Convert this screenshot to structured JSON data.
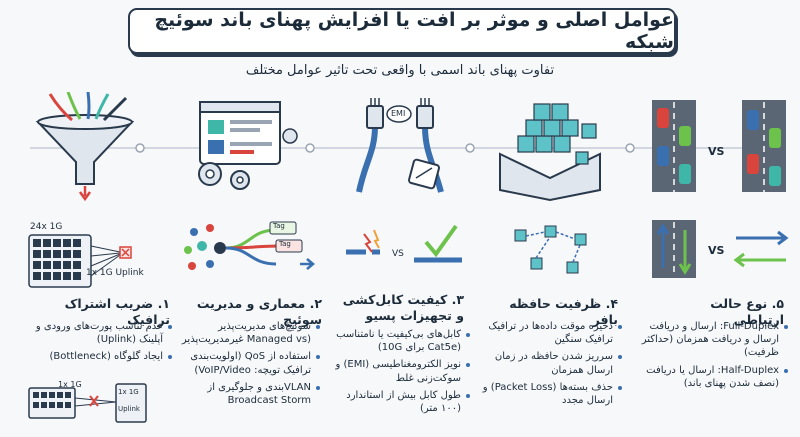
{
  "header": {
    "title": "عوامل اصلی و موثر بر افت یا افزایش پهنای باند سوئیچ شبکه",
    "subtitle": "تفاوت پهنای باند اسمی با واقعی تحت تاثیر عوامل مختلف"
  },
  "illustration_labels": {
    "ports_24": "24x 1G",
    "uplink_1g": "1x 1G Uplink",
    "small_1g": "1x 1G",
    "small_uplink_a": "1x 1G",
    "small_uplink_b": "Uplink",
    "tag1": "Tag",
    "tag2": "Tag",
    "emi": "EMI",
    "vs1": "VS",
    "vs2": "VS",
    "vs3": "VS"
  },
  "sections": [
    {
      "heading": "۱. ضریب اشتراک ترافیک",
      "bullets": [
        "عدم تناسب پورت‌های ورودی و آپلینک (Uplink)",
        "ایجاد گلوگاه (Bottleneck)"
      ]
    },
    {
      "heading": "۲. معماری و مدیریت سوئیچ",
      "bullets": [
        "سوئیچ‌های مدیریت‌پذیر (Managed vs غیرمدیریت‌پذیر",
        "استفاده از QoS (اولویت‌بندی ترافیک تویچه: VoIP/Video)",
        "VLANبندی و جلوگیری از Broadcast Storm"
      ]
    },
    {
      "heading": "۳. کیفیت کابل‌کشی و تجهیزات پسیو",
      "bullets": [
        "کابل‌های بی‌کیفیت یا نامتناسب (Cat5e برای 10G)",
        "نویز الکترومغناطیسی (EMI) و سوکت‌زنی غلط",
        "طول کابل بیش از استاندارد (۱۰۰ متر)"
      ]
    },
    {
      "heading": "۴. ظرفیت حافظه بافر",
      "bullets": [
        "ذخیره موقت داده‌ها در ترافیک ترافیک سنگین",
        "سرریز شدن حافظه در زمان ارسال همزمان",
        "حذف بسته‌ها (Packet Loss) و ارسال مجدد"
      ]
    },
    {
      "heading": "۵. نوع حالت ارتباطی",
      "bullets": [
        "Full-Duplex: ارسال و دریافت ارسال و دریافت همزمان (حداکثر ظرفیت)",
        "Half-Duplex: ارسال یا دریافت (نصف شدن پهنای باند)"
      ]
    }
  ],
  "colors": {
    "navy": "#2a3a4d",
    "blue": "#3a6fb0",
    "teal": "#3fb7a8",
    "green": "#6cc24a",
    "red": "#d9443c",
    "cube": "#5ec3c9"
  }
}
